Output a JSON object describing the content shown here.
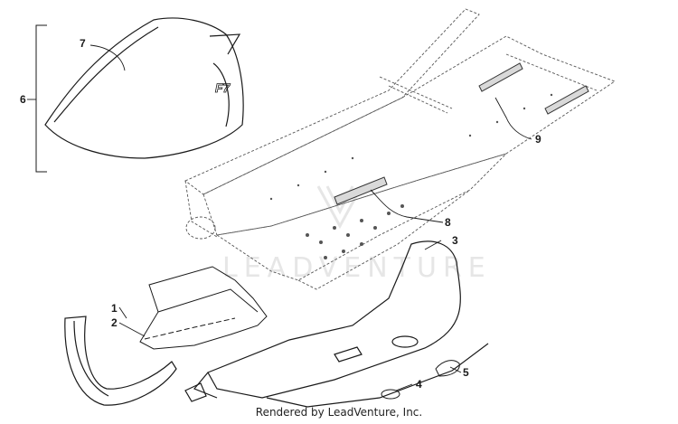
{
  "watermark": {
    "text": "LEADVENTURE"
  },
  "callouts": {
    "c1": "1",
    "c2": "2",
    "c3": "3",
    "c4": "4",
    "c5": "5",
    "c6": "6",
    "c7": "7",
    "c8": "8",
    "c9": "9"
  },
  "seat_badge": "F7",
  "credit": "Rendered by LeadVenture, Inc.",
  "colors": {
    "line": "#1a1a1a",
    "dashed": "#555555",
    "decal": "#333333",
    "watermark": "#e6e6e6"
  }
}
